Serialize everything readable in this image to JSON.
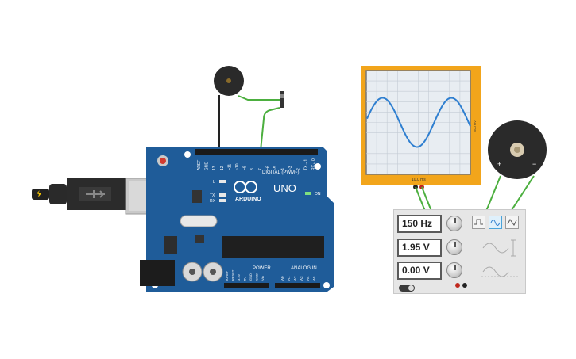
{
  "arduino": {
    "brand": "ARDUINO",
    "model": "UNO",
    "digital_header": "DIGITAL (PWM~)",
    "on_label": "ON",
    "led_l": "L",
    "led_tx": "TX",
    "led_rx": "RX",
    "power_label": "POWER",
    "analog_label": "ANALOG IN",
    "pins_top": [
      "AREF",
      "GND",
      "13",
      "12",
      "~11",
      "~10",
      "~9",
      "8",
      "7",
      "~6",
      "~5",
      "4",
      "~3",
      "2",
      "TX→1",
      "RX←0"
    ],
    "pins_power": [
      "IOREF",
      "RESET",
      "3.3V",
      "5V",
      "GND",
      "GND",
      "Vin"
    ],
    "pins_analog": [
      "A0",
      "A1",
      "A2",
      "A3",
      "A4",
      "A5"
    ]
  },
  "oscilloscope": {
    "time_label": "10.0 ms",
    "volt_label": "500 mV"
  },
  "function_generator": {
    "frequency": "150 Hz",
    "amplitude": "1.95 V",
    "dc_offset": "0.00 V"
  },
  "speaker": {
    "plus": "+",
    "minus": "−"
  },
  "colors": {
    "board": "#1f5c99",
    "wire_green": "#4caf3f",
    "wire_black": "#222222",
    "scope_frame": "#f2a51b",
    "trace": "#2f7fd0"
  }
}
